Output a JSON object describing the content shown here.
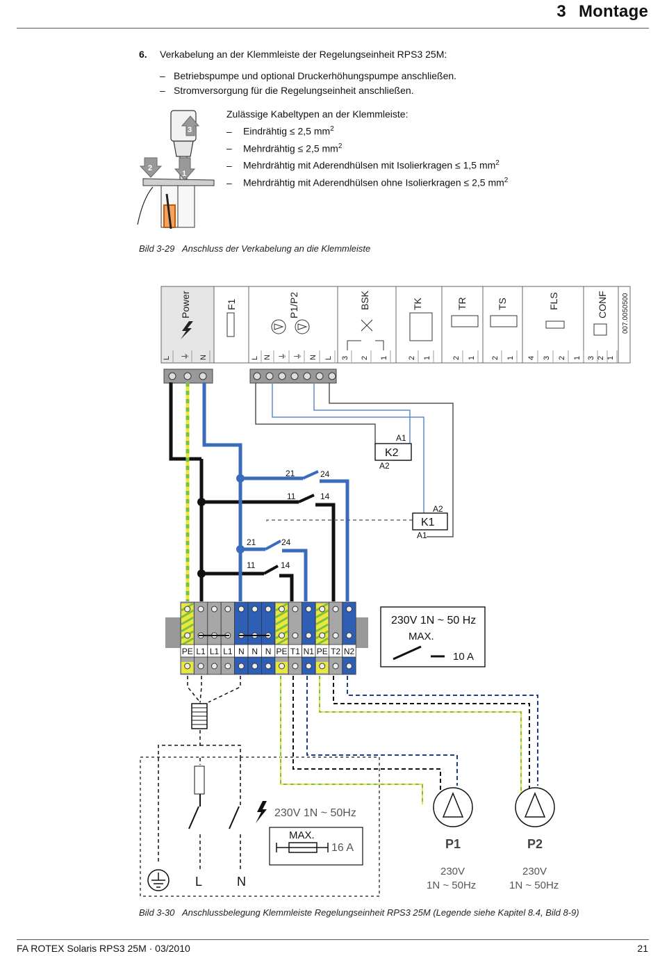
{
  "header": {
    "chapter_number": "3",
    "chapter_title": "Montage"
  },
  "step": {
    "number": "6.",
    "text": "Verkabelung an der Klemmleiste der Regelungseinheit RPS3 25M:",
    "bullets": [
      "Betriebspumpe und optional Druckerhöhungspumpe anschließen.",
      "Stromversorgung für die Regelungseinheit anschließen."
    ]
  },
  "cable_types": {
    "heading": "Zulässige Kabeltypen an der Klemmleiste:",
    "items": [
      {
        "text": "Eindrähtig ≤ 2,5 mm",
        "sup": "2"
      },
      {
        "text": "Mehrdrähtig ≤ 2,5 mm",
        "sup": "2"
      },
      {
        "text": "Mehrdrähtig mit Aderendhülsen mit Isolierkragen ≤ 1,5 mm",
        "sup": "2"
      },
      {
        "text": "Mehrdrähtig mit Aderendhülsen ohne Isolierkragen ≤ 2,5 mm",
        "sup": "2"
      }
    ]
  },
  "figure_1": {
    "caption_number": "Bild 3-29",
    "caption_text": "Anschluss der Verkabelung an die Klemmleiste",
    "step_markers": [
      "3",
      "2",
      "1"
    ]
  },
  "wiring": {
    "modules": [
      "Power",
      "F1",
      "P1/P2",
      "BSK",
      "TK",
      "TR",
      "TS",
      "FLS",
      "CONF"
    ],
    "doc_code": "007.0050500",
    "module_pins": [
      "L",
      "⏚",
      "N",
      "L",
      "N",
      "⏚",
      "⏚",
      "N",
      "L",
      "3",
      "2",
      "1",
      "2",
      "1",
      "2",
      "1",
      "2",
      "1",
      "4",
      "3",
      "2",
      "1",
      "3",
      "2",
      "1"
    ],
    "relays": [
      "K2",
      "K1"
    ],
    "coil_terminals": [
      "A1",
      "A2",
      "A2",
      "A1"
    ],
    "contacts": [
      "21",
      "24",
      "11",
      "14",
      "21",
      "24",
      "11",
      "14"
    ],
    "terminals": [
      "PE",
      "L1",
      "L1",
      "L1",
      "N",
      "N",
      "N",
      "PE",
      "T1",
      "N1",
      "PE",
      "T2",
      "N2"
    ],
    "rating_box": {
      "line1": "230V 1N ~ 50 Hz",
      "line2": "MAX.",
      "current": "10 A"
    },
    "supply": {
      "voltage": "230V 1N ~ 50Hz",
      "max_label": "MAX.",
      "fuse": "16 A",
      "L": "L",
      "N": "N"
    },
    "pumps": [
      {
        "name": "P1",
        "voltage": "230V",
        "freq": "1N ~ 50Hz"
      },
      {
        "name": "P2",
        "voltage": "230V",
        "freq": "1N ~ 50Hz"
      }
    ]
  },
  "figure_2": {
    "caption_number": "Bild 3-30",
    "caption_text": "Anschlussbelegung Klemmleiste Regelungseinheit RPS3 25M (Legende siehe Kapitel 8.4, Bild 8-9)"
  },
  "footer": {
    "left": "FA ROTEX Solaris RPS3 25M · 03/2010",
    "page": "21"
  },
  "colors": {
    "blue_wire": "#3a6bbf",
    "earth_yellow": "#e8e83c",
    "earth_green": "#7fbf3f",
    "terminal_blue": "#2f5fb5"
  }
}
